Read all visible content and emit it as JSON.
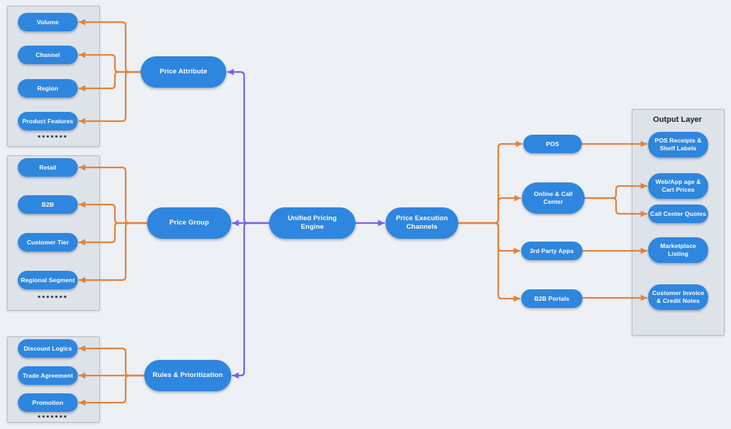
{
  "colors": {
    "node_blue": "#2e86de",
    "edge_orange": "#e2823b",
    "edge_purple": "#7a5fe8",
    "background": "#edf0f4",
    "panel_gray": "#dee3ea"
  },
  "panels": {
    "attributes": {
      "items": [
        "Volume",
        "Channel",
        "Region",
        "Product Features"
      ],
      "ellipsis": "▪▪▪▪▪▪▪"
    },
    "groups": {
      "items": [
        "Retail",
        "B2B",
        "Customer Tier",
        "Regional Segment"
      ],
      "ellipsis": "▪▪▪▪▪▪▪"
    },
    "rules": {
      "items": [
        "Discount Logics",
        "Trade Agreement",
        "Promotion"
      ],
      "ellipsis": "▪▪▪▪▪▪▪"
    }
  },
  "nodes": {
    "price_attribute": "Price Attribute",
    "price_group": "Price Group",
    "rules_prioritization": "Rules & Prioritization",
    "unified_pricing_engine": "Unified Pricing Engine",
    "price_execution_channels": "Price Execution Channels",
    "pos": "POS",
    "online_call_center": "Online & Call Center",
    "third_party_apps": "3rd Party Apps",
    "b2b_portals": "B2B Portals"
  },
  "output_layer": {
    "title": "Output Layer",
    "items": [
      "POS Receipts & Shelf Labels",
      "Web/App age & Cart Prices",
      "Call Center Quotes",
      "Marketplace Listing",
      "Customer Invoice & Credit Notes"
    ]
  }
}
